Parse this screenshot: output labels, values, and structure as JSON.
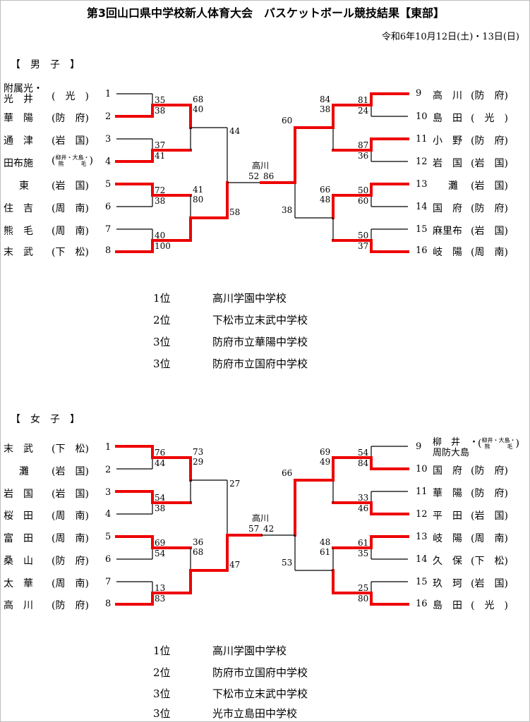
{
  "title": "第3回山口県中学校新人体育大会　バスケットボール競技結果【東部】",
  "date": "令和6年10月12日(土)・13日(日)",
  "boys": {
    "section": "【　男　子　】",
    "center_label": "高川",
    "left_teams": [
      {
        "num": "1",
        "name_a": "附属光・",
        "name_b": "光　井",
        "region": "(　光　)"
      },
      {
        "num": "2",
        "name": "華　陽",
        "region": "(防　府)"
      },
      {
        "num": "3",
        "name": "通　津",
        "region": "(岩　国)"
      },
      {
        "num": "4",
        "name": "田布施",
        "region_small_a": "柳井・大島・",
        "region_small_b": "熊　　　毛"
      },
      {
        "num": "5",
        "name": "東",
        "region": "(岩　国)"
      },
      {
        "num": "6",
        "name": "住　吉",
        "region": "(周　南)"
      },
      {
        "num": "7",
        "name": "熊　毛",
        "region": "(周　南)"
      },
      {
        "num": "8",
        "name": "末　武",
        "region": "(下　松)"
      }
    ],
    "right_teams": [
      {
        "num": "9",
        "name": "高　川",
        "region": "(防　府)"
      },
      {
        "num": "10",
        "name": "島　田",
        "region": "(　光　)"
      },
      {
        "num": "11",
        "name": "小　野",
        "region": "(防　府)"
      },
      {
        "num": "12",
        "name": "岩　国",
        "region": "(岩　国)"
      },
      {
        "num": "13",
        "name": "灘",
        "region": "(岩　国)"
      },
      {
        "num": "14",
        "name": "国　府",
        "region": "(防　府)"
      },
      {
        "num": "15",
        "name": "麻里布",
        "region": "(岩　国)"
      },
      {
        "num": "16",
        "name": "岐　陽",
        "region": "(周　南)"
      }
    ],
    "scores": {
      "l_r1": [
        "35",
        "38",
        "37",
        "41",
        "72",
        "38",
        "40",
        "100"
      ],
      "l_r2": [
        "68",
        "40",
        "41",
        "80"
      ],
      "l_sf": [
        "44",
        "58"
      ],
      "final": [
        "52",
        "86"
      ],
      "r_sf": [
        "60",
        "38"
      ],
      "r_r2": [
        "84",
        "38",
        "66",
        "48"
      ],
      "r_r1": [
        "81",
        "24",
        "87",
        "36",
        "50",
        "60",
        "50",
        "37"
      ]
    },
    "results": [
      {
        "rank": "1位",
        "school": "高川学園中学校"
      },
      {
        "rank": "2位",
        "school": "下松市立末武中学校"
      },
      {
        "rank": "3位",
        "school": "防府市立華陽中学校"
      },
      {
        "rank": "3位",
        "school": "防府市立国府中学校"
      }
    ]
  },
  "girls": {
    "section": "【　女　子　】",
    "center_label": "高川",
    "left_teams": [
      {
        "num": "1",
        "name": "末　武",
        "region": "(下　松)"
      },
      {
        "num": "2",
        "name": "灘",
        "region": "(岩　国)"
      },
      {
        "num": "3",
        "name": "岩　国",
        "region": "(岩　国)"
      },
      {
        "num": "4",
        "name": "桜　田",
        "region": "(周　南)"
      },
      {
        "num": "5",
        "name": "富　田",
        "region": "(周　南)"
      },
      {
        "num": "6",
        "name": "桑　山",
        "region": "(防　府)"
      },
      {
        "num": "7",
        "name": "太　華",
        "region": "(周　南)"
      },
      {
        "num": "8",
        "name": "高　川",
        "region": "(防　府)"
      }
    ],
    "right_teams": [
      {
        "num": "9",
        "name_a": "柳　井　・",
        "name_b": "周防大島",
        "region_small_a": "柳井・大島・",
        "region_small_b": "熊　　　毛"
      },
      {
        "num": "10",
        "name": "国　府",
        "region": "(防　府)"
      },
      {
        "num": "11",
        "name": "華　陽",
        "region": "(防　府)"
      },
      {
        "num": "12",
        "name": "平　田",
        "region": "(岩　国)"
      },
      {
        "num": "13",
        "name": "岐　陽",
        "region": "(周　南)"
      },
      {
        "num": "14",
        "name": "久　保",
        "region": "(下　松)"
      },
      {
        "num": "15",
        "name": "玖　珂",
        "region": "(岩　国)"
      },
      {
        "num": "16",
        "name": "島　田",
        "region": "(　光　)"
      }
    ],
    "scores": {
      "l_r1": [
        "76",
        "44",
        "54",
        "38",
        "69",
        "54",
        "13",
        "83"
      ],
      "l_r2": [
        "73",
        "29",
        "36",
        "68"
      ],
      "l_sf": [
        "27",
        "47"
      ],
      "final": [
        "57",
        "42"
      ],
      "r_sf": [
        "66",
        "53"
      ],
      "r_r2": [
        "69",
        "49",
        "48",
        "61"
      ],
      "r_r1": [
        "54",
        "84",
        "33",
        "46",
        "61",
        "35",
        "25",
        "80"
      ]
    },
    "results": [
      {
        "rank": "1位",
        "school": "高川学園中学校"
      },
      {
        "rank": "2位",
        "school": "防府市立国府中学校"
      },
      {
        "rank": "3位",
        "school": "下松市立末武中学校"
      },
      {
        "rank": "3位",
        "school": "光市立島田中学校"
      }
    ]
  },
  "colors": {
    "winner_line": "#ee0000",
    "loser_line": "#000000"
  }
}
